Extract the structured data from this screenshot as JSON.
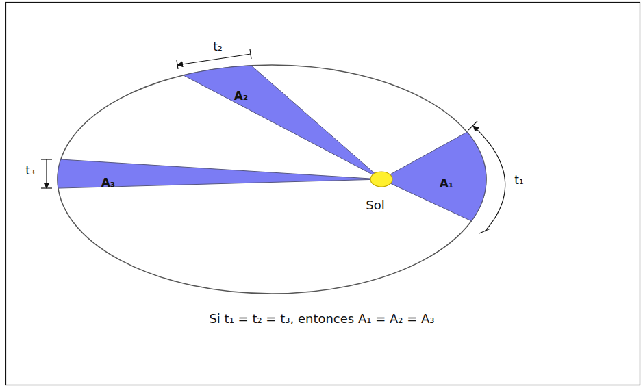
{
  "diagram": {
    "caption": "Si t₁ = t₂ = t₃, entonces A₁ = A₂ = A₃",
    "labels": [
      "t₂",
      "A₂",
      "t₃",
      "A₃",
      "A₁",
      "t₁",
      "Sol"
    ]
  }
}
